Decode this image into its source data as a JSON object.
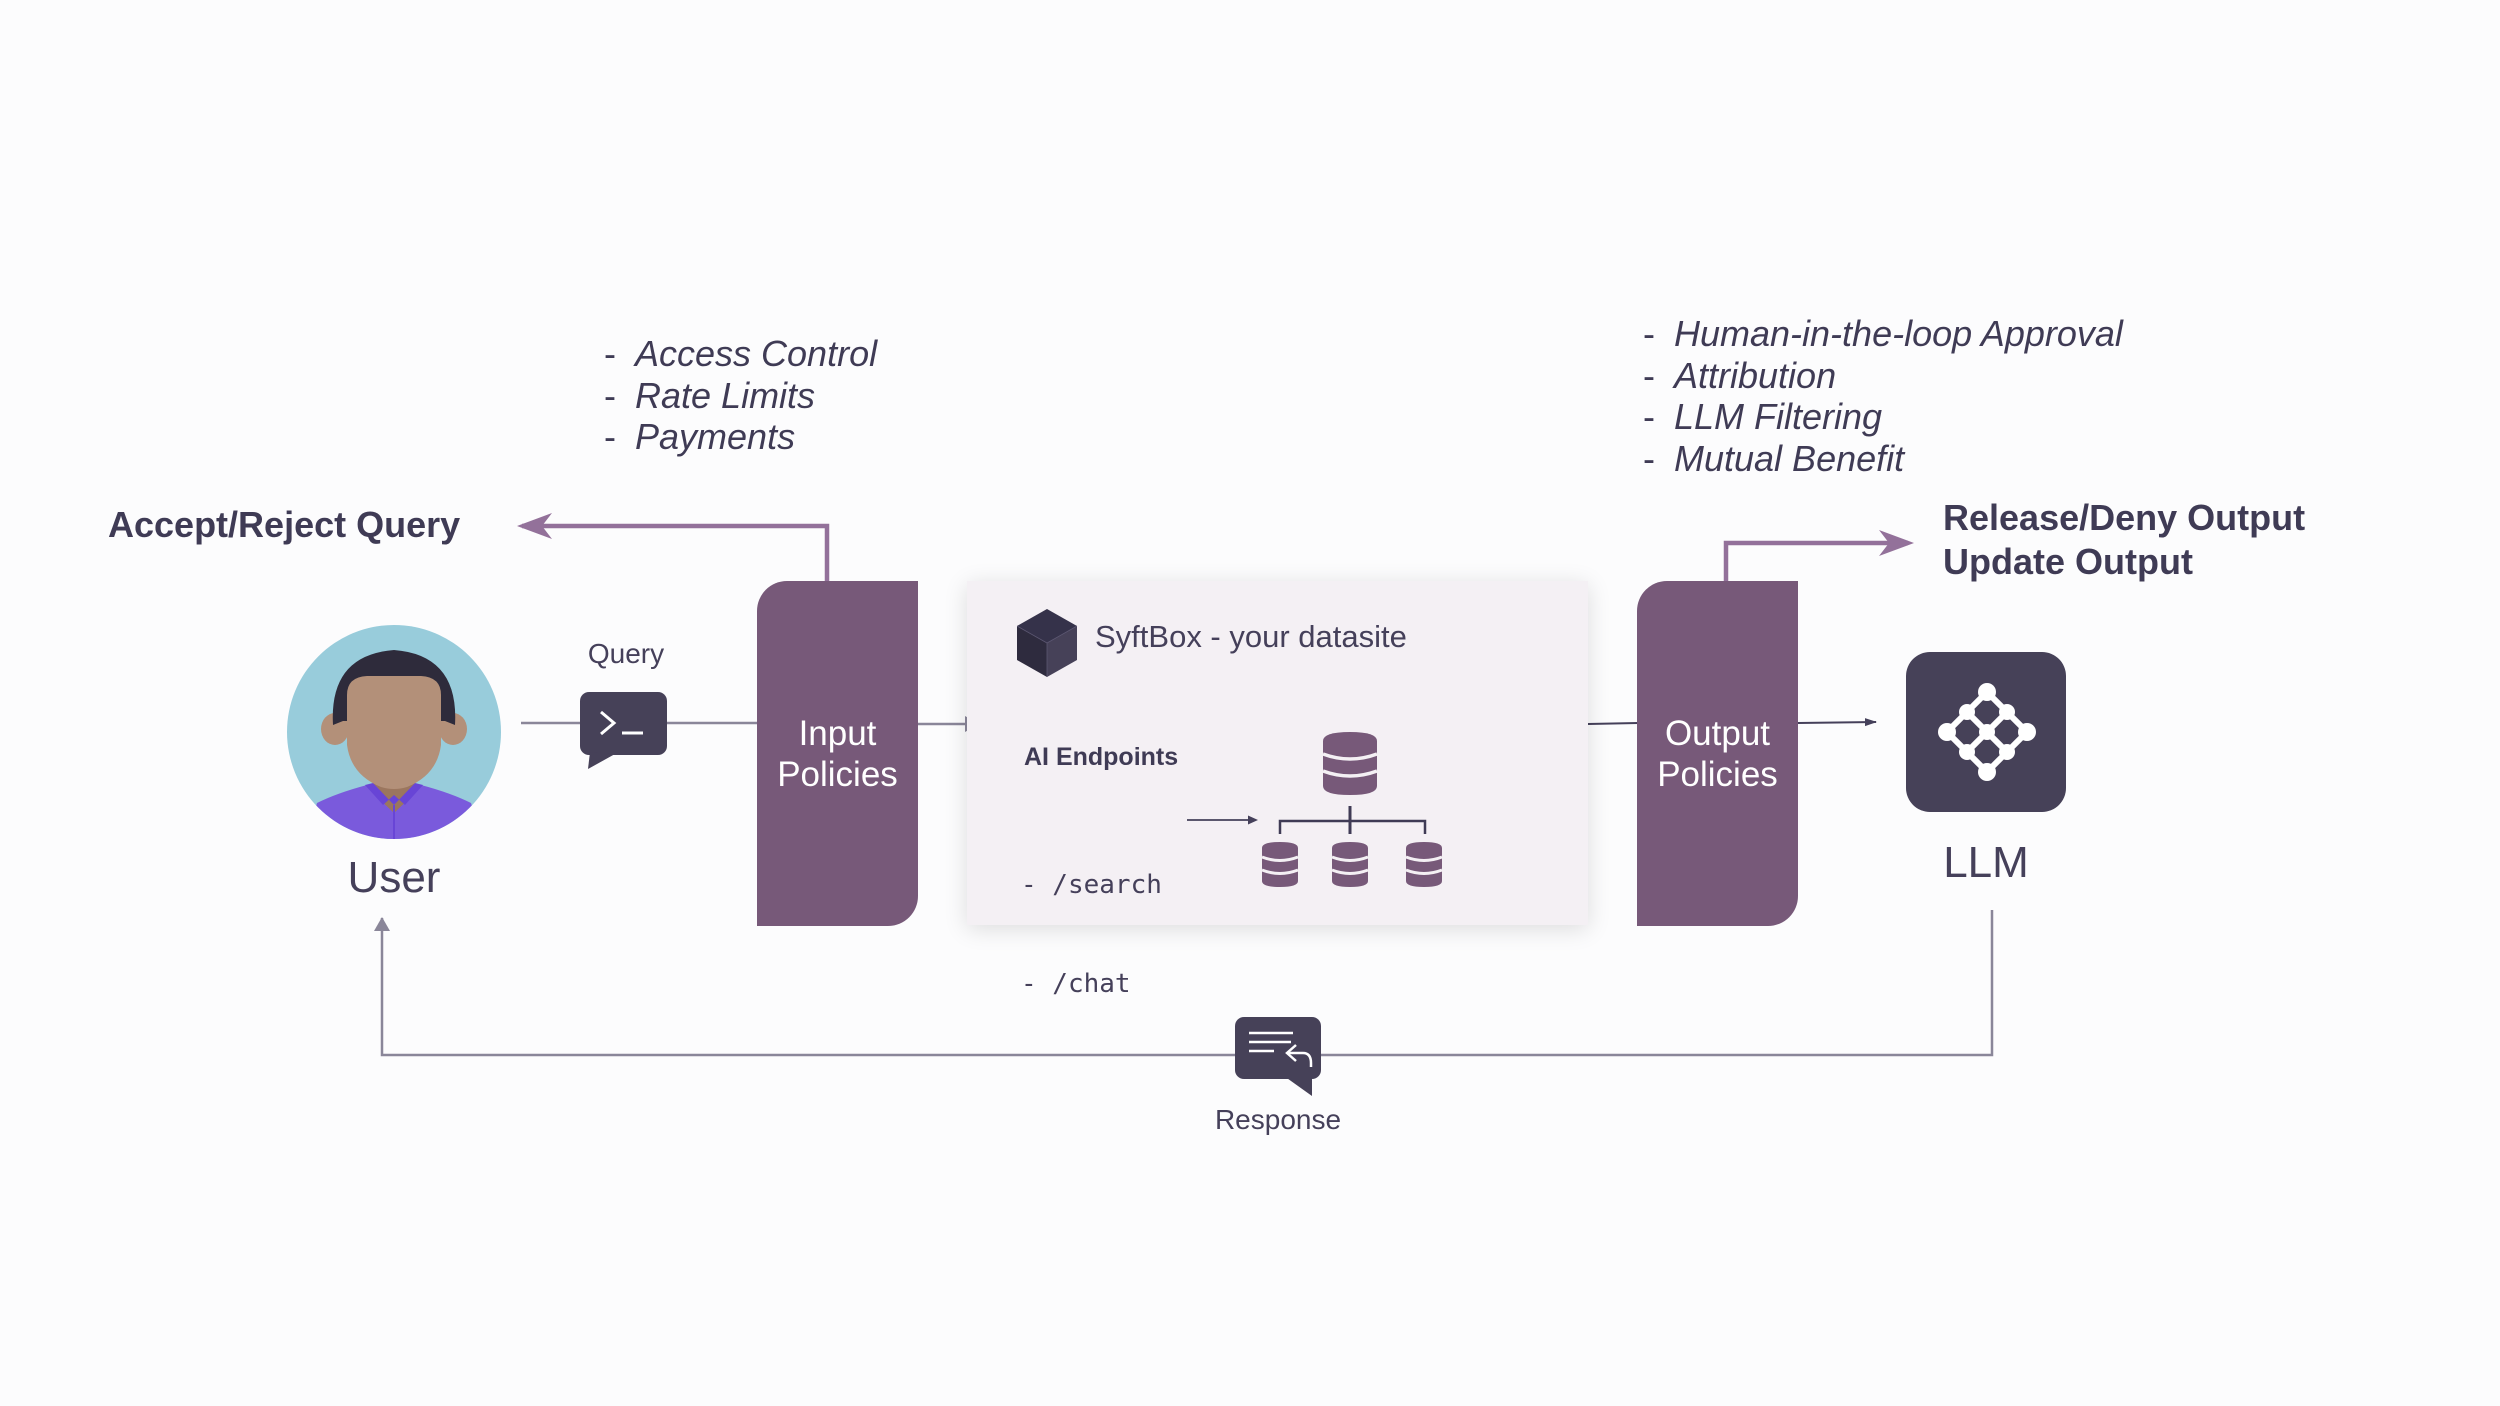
{
  "colors": {
    "background": "#FCFCFD",
    "policy_box": "#775979",
    "accent_arrow": "#93719A",
    "flow_line": "#8A8699",
    "dark": "#464158",
    "text": "#45405A",
    "panel_bg": "#F4F0F4",
    "avatar_bg": "#98CCDB",
    "shirt": "#7A5ADC",
    "skin": "#B39079",
    "hair": "#2E2B3B"
  },
  "input_policy_features": [
    {
      "dash": "-",
      "label": "Access Control"
    },
    {
      "dash": "-",
      "label": "Rate Limits"
    },
    {
      "dash": "-",
      "label": "Payments"
    }
  ],
  "output_policy_features": [
    {
      "dash": "-",
      "label": "Human-in-the-loop Approval"
    },
    {
      "dash": "-",
      "label": "Attribution"
    },
    {
      "dash": "-",
      "label": "LLM Filtering"
    },
    {
      "dash": "-",
      "label": "Mutual Benefit"
    }
  ],
  "input_outcome": "Accept/Reject Query",
  "output_outcomes": [
    "Release/Deny Output",
    "Update Output"
  ],
  "user": {
    "label": "User",
    "icon": "user-avatar"
  },
  "query": {
    "label": "Query",
    "icon": "terminal-bubble-icon"
  },
  "input_policies": {
    "line1": "Input",
    "line2": "Policies"
  },
  "output_policies": {
    "line1": "Output",
    "line2": "Policies"
  },
  "datasite": {
    "title": "SyftBox - your datasite",
    "icon": "cube-icon",
    "endpoints_title": "AI Endpoints",
    "endpoints": [
      "- /search",
      "- /chat"
    ],
    "database_icon": "database-tree-icon"
  },
  "llm": {
    "label": "LLM",
    "icon": "neural-network-icon"
  },
  "response": {
    "label": "Response",
    "icon": "reply-bubble-icon"
  }
}
